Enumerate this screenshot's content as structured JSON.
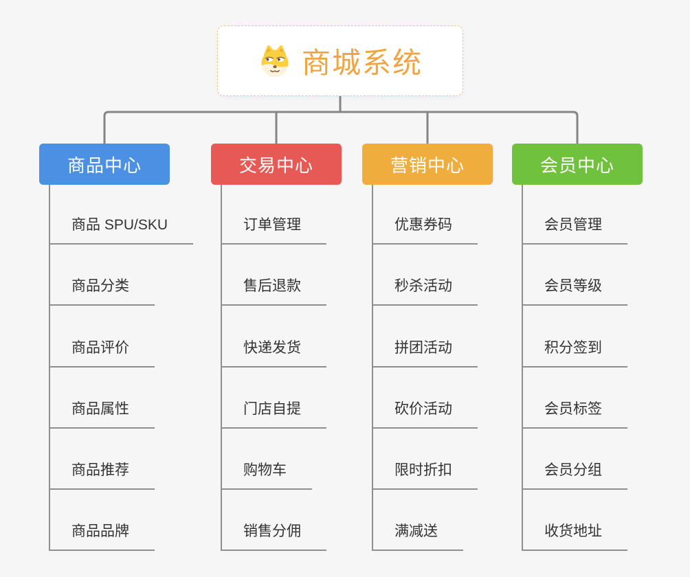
{
  "root": {
    "label": "商城系统",
    "icon": "doge-icon",
    "text_color": "#f0a542",
    "border_color": "#f3c47f"
  },
  "branches": [
    {
      "label": "商品中心",
      "color": "#4b90e2",
      "items": [
        "商品 SPU/SKU",
        "商品分类",
        "商品评价",
        "商品属性",
        "商品推荐",
        "商品品牌"
      ]
    },
    {
      "label": "交易中心",
      "color": "#e65954",
      "items": [
        "订单管理",
        "售后退款",
        "快递发货",
        "门店自提",
        "购物车",
        "销售分佣"
      ]
    },
    {
      "label": "营销中心",
      "color": "#efad3d",
      "items": [
        "优惠券码",
        "秒杀活动",
        "拼团活动",
        "砍价活动",
        "限时折扣",
        "满减送"
      ]
    },
    {
      "label": "会员中心",
      "color": "#70c13e",
      "items": [
        "会员管理",
        "会员等级",
        "积分签到",
        "会员标签",
        "会员分组",
        "收货地址"
      ]
    }
  ],
  "colors": {
    "connector": "#858585",
    "underline": "#8e8e8e",
    "background": "#f5f6f5",
    "leaf_text": "#333333"
  }
}
